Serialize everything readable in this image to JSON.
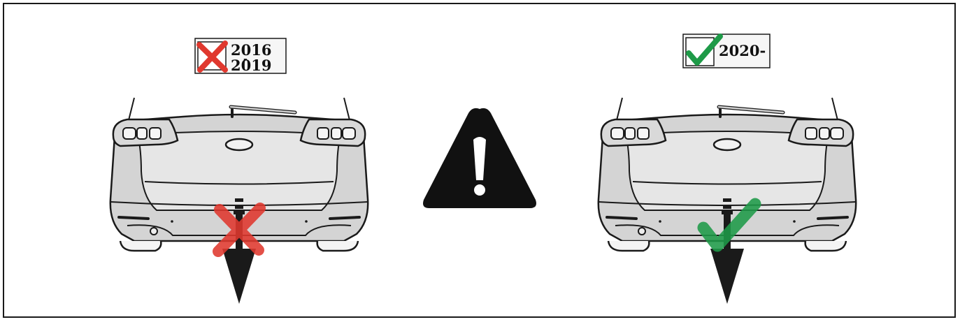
{
  "left_panel": {
    "badge": {
      "status": "incorrect",
      "year_line1": "2016",
      "dash": "-",
      "year_line2": "2019"
    }
  },
  "right_panel": {
    "badge": {
      "status": "correct",
      "year_line1": "2020-"
    }
  },
  "colors": {
    "cross_red": "#e0382e",
    "check_green": "#1e9a48",
    "car_body": "#d4d4d4",
    "car_dark": "#b8b8b8",
    "outline": "#1a1a1a",
    "warning_fill": "#111111"
  },
  "icons": [
    "red-cross-icon",
    "green-check-icon",
    "warning-triangle-icon",
    "down-arrow-icon"
  ]
}
